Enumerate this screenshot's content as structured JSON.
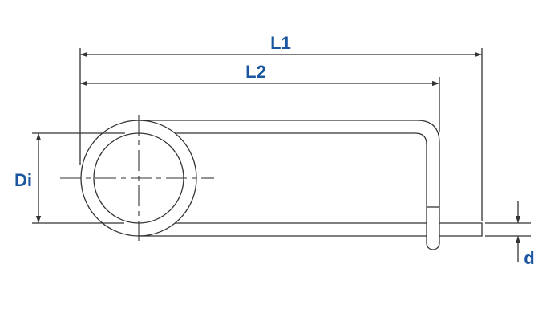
{
  "labels": {
    "l1": "L1",
    "l2": "L2",
    "di": "Di",
    "d": "d"
  },
  "colors": {
    "label": "#1a56a0",
    "line": "#333333"
  }
}
